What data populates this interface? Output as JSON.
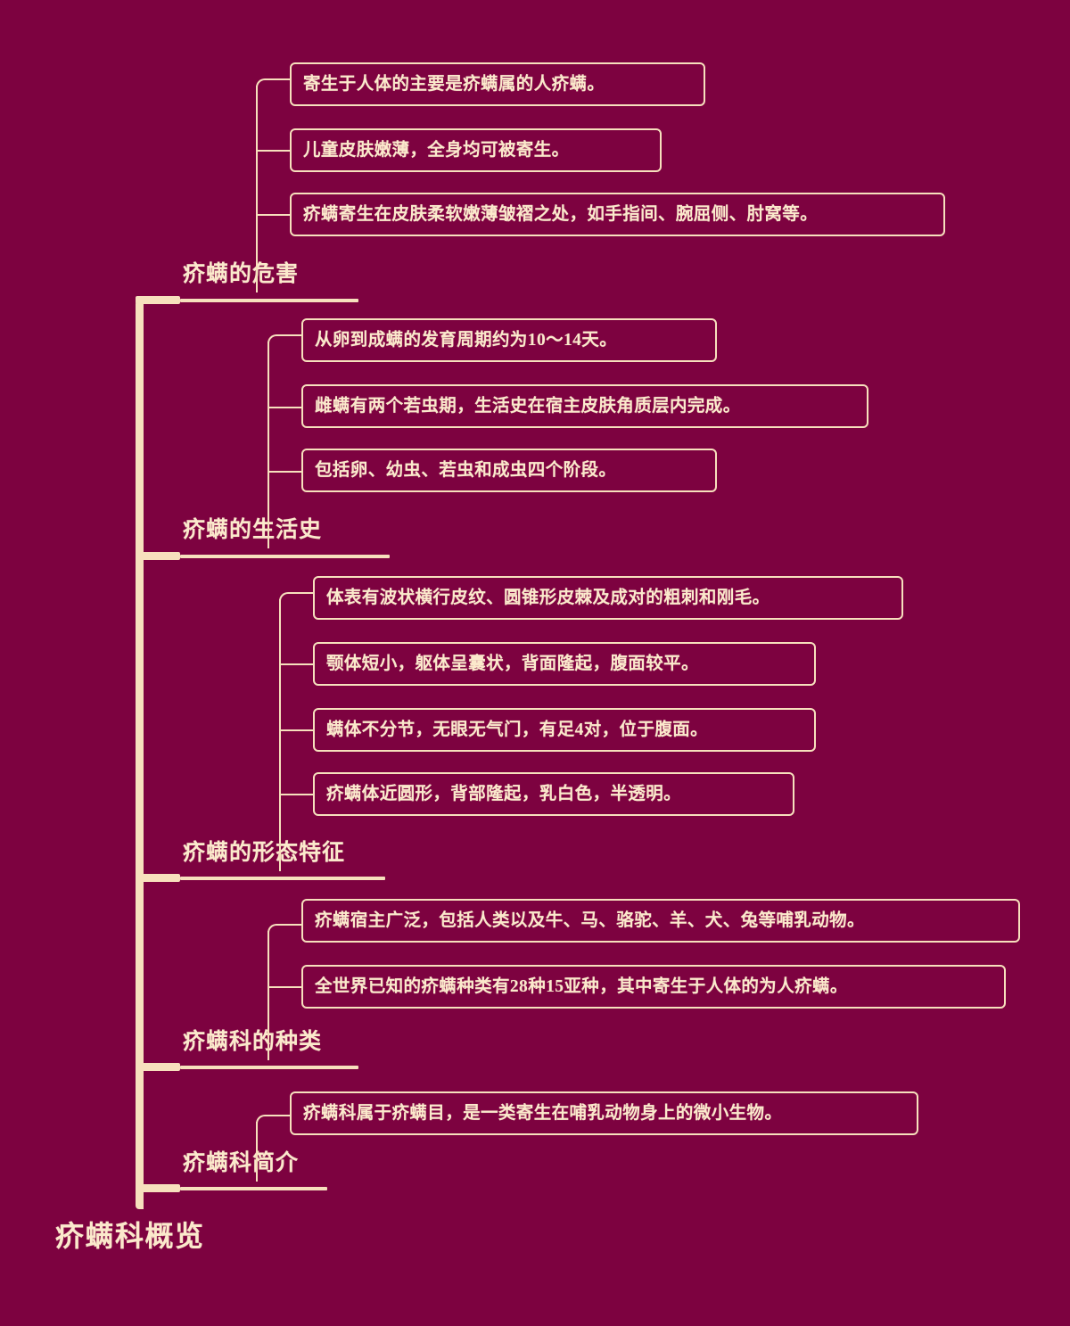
{
  "theme": {
    "background": "#7d0240",
    "line": "#f7e0bd",
    "text": "#fbe9cc"
  },
  "root": {
    "label": "疥螨科概览"
  },
  "branches": [
    {
      "label": "疥螨的危害",
      "leaves": [
        "寄生于人体的主要是疥螨属的人疥螨。",
        "儿童皮肤嫩薄，全身均可被寄生。",
        "疥螨寄生在皮肤柔软嫩薄皱褶之处，如手指间、腕屈侧、肘窝等。"
      ]
    },
    {
      "label": "疥螨的生活史",
      "leaves": [
        "从卵到成螨的发育周期约为10～14天。",
        "雌螨有两个若虫期，生活史在宿主皮肤角质层内完成。",
        "包括卵、幼虫、若虫和成虫四个阶段。"
      ]
    },
    {
      "label": "疥螨的形态特征",
      "leaves": [
        "体表有波状横行皮纹、圆锥形皮棘及成对的粗刺和刚毛。",
        "颚体短小，躯体呈囊状，背面隆起，腹面较平。",
        "螨体不分节，无眼无气门，有足4对，位于腹面。",
        "疥螨体近圆形，背部隆起，乳白色，半透明。"
      ]
    },
    {
      "label": "疥螨科的种类",
      "leaves": [
        "疥螨宿主广泛，包括人类以及牛、马、骆驼、羊、犬、兔等哺乳动物。",
        "全世界已知的疥螨种类有28种15亚种，其中寄生于人体的为人疥螨。"
      ]
    },
    {
      "label": "疥螨科简介",
      "leaves": [
        "疥螨科属于疥螨目，是一类寄生在哺乳动物身上的微小生物。"
      ]
    }
  ]
}
